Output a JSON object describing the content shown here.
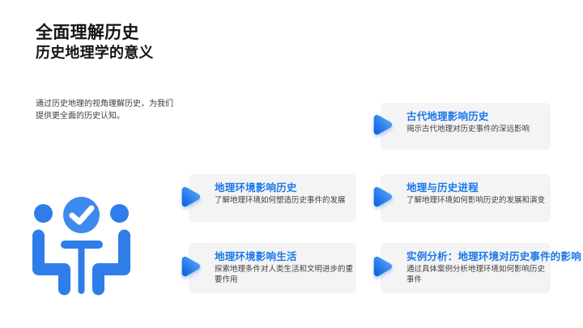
{
  "slide": {
    "title": "全面理解历史",
    "subtitle": "历史地理学的意义",
    "intro": {
      "line1": "通过历史地理的视角理解历史，为我们",
      "line2": "提供更全面的历史认知。"
    },
    "icon": "meeting-people-check-icon",
    "colors": {
      "accent_blue": "#1c79e8",
      "icon_blue": "#2e7de9",
      "icon_circle_blue": "#3e89ee",
      "arrow_gradient_start": "#4fa5f7",
      "arrow_gradient_end": "#1668e3",
      "card_background": "#f4f4f5",
      "title_text": "#141414",
      "body_text": "#3d3d3d"
    },
    "cards": [
      {
        "title": "古代地理影响历史",
        "desc": "揭示古代地理对历史事件的深远影响"
      },
      {
        "title": "地理环境影响历史",
        "desc": "了解地理环境如何塑造历史事件的发展"
      },
      {
        "title": "地理与历史进程",
        "desc": "了解地理环境如何影响历史的发展和演变"
      },
      {
        "title": "地理环境影响生活",
        "desc": "探索地理条件对人类生活和文明进步的重要作用"
      },
      {
        "title": "实例分析：地理环境对历史事件的影响",
        "desc": "通过具体案例分析地理环境如何影响历史事件"
      }
    ]
  }
}
